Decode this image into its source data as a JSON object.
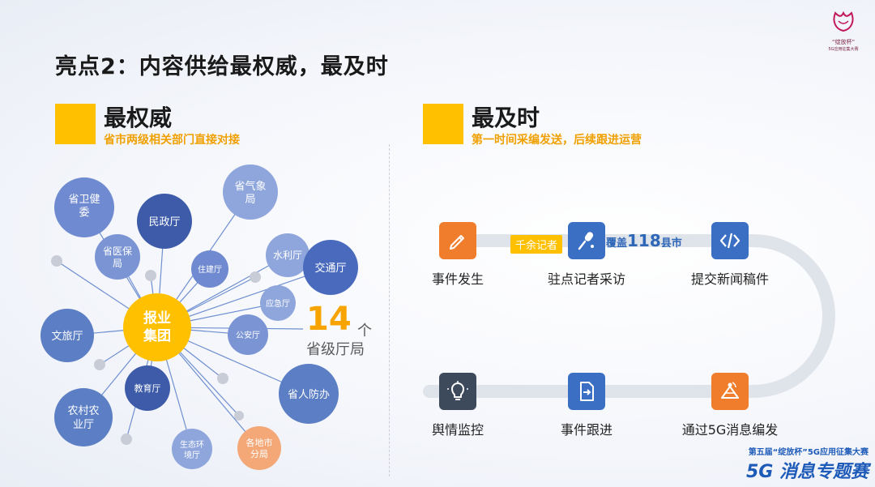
{
  "header": {
    "title": "亮点2：内容供给最权威，最及时"
  },
  "left_section": {
    "title": "最权威",
    "subtitle": "省市两级相关部门直接对接",
    "center": "报业\n集团",
    "center_line1": "报业",
    "center_line2": "集团",
    "nodes": [
      {
        "id": "wsj",
        "line1": "省卫健",
        "line2": "委"
      },
      {
        "id": "mzt",
        "line1": "民政厅",
        "line2": ""
      },
      {
        "id": "qxj",
        "line1": "省气象",
        "line2": "局"
      },
      {
        "id": "ybj",
        "line1": "省医保",
        "line2": "局"
      },
      {
        "id": "zjt",
        "line1": "住建厅",
        "line2": ""
      },
      {
        "id": "slt",
        "line1": "水利厅",
        "line2": ""
      },
      {
        "id": "jtt",
        "line1": "交通厅",
        "line2": ""
      },
      {
        "id": "yjt",
        "line1": "应急厅",
        "line2": ""
      },
      {
        "id": "wlt",
        "line1": "文旅厅",
        "line2": ""
      },
      {
        "id": "gat",
        "line1": "公安厅",
        "line2": ""
      },
      {
        "id": "rfb",
        "line1": "省人防办",
        "line2": ""
      },
      {
        "id": "jyt",
        "line1": "教育厅",
        "line2": ""
      },
      {
        "id": "nct",
        "line1": "农村农",
        "line2": "业厅"
      },
      {
        "id": "sth",
        "line1": "生态环",
        "line2": "境厅"
      },
      {
        "id": "gdsf",
        "line1": "各地市",
        "line2": "分局"
      }
    ],
    "count_number": "14",
    "count_unit": "个",
    "count_label": "省级厅局",
    "colors": {
      "node": "#5b7ec4",
      "center": "#ffc000",
      "highlight": "#f4a877",
      "satellite": "#c8ccd6"
    }
  },
  "right_section": {
    "title": "最及时",
    "subtitle": "第一时间采编发送，后续跟进运营",
    "tag_reporters": "千余记者",
    "tag_cover_prefix": "覆盖",
    "tag_cover_number": "118",
    "tag_cover_suffix": "县市",
    "steps": [
      {
        "label": "事件发生",
        "icon": "pencil-icon",
        "color": "#f07d2c"
      },
      {
        "label": "驻点记者采访",
        "icon": "microphone-icon",
        "color": "#3b6fc4"
      },
      {
        "label": "提交新闻稿件",
        "icon": "code-icon",
        "color": "#3b6fc4"
      },
      {
        "label": "通过5G消息编发",
        "icon": "satellite-icon",
        "color": "#f07d2c"
      },
      {
        "label": "事件跟进",
        "icon": "file-export-icon",
        "color": "#3b6fc4"
      },
      {
        "label": "舆情监控",
        "icon": "lightbulb-icon",
        "color": "#3d4a5c"
      }
    ]
  },
  "logos": {
    "top_caption": "“绽放杯”",
    "top_tiny": "5G应用征集大赛",
    "bottom_line1": "第五届“绽放杯”5G应用征集大赛",
    "bottom_line2": "5G 消息专题赛"
  }
}
